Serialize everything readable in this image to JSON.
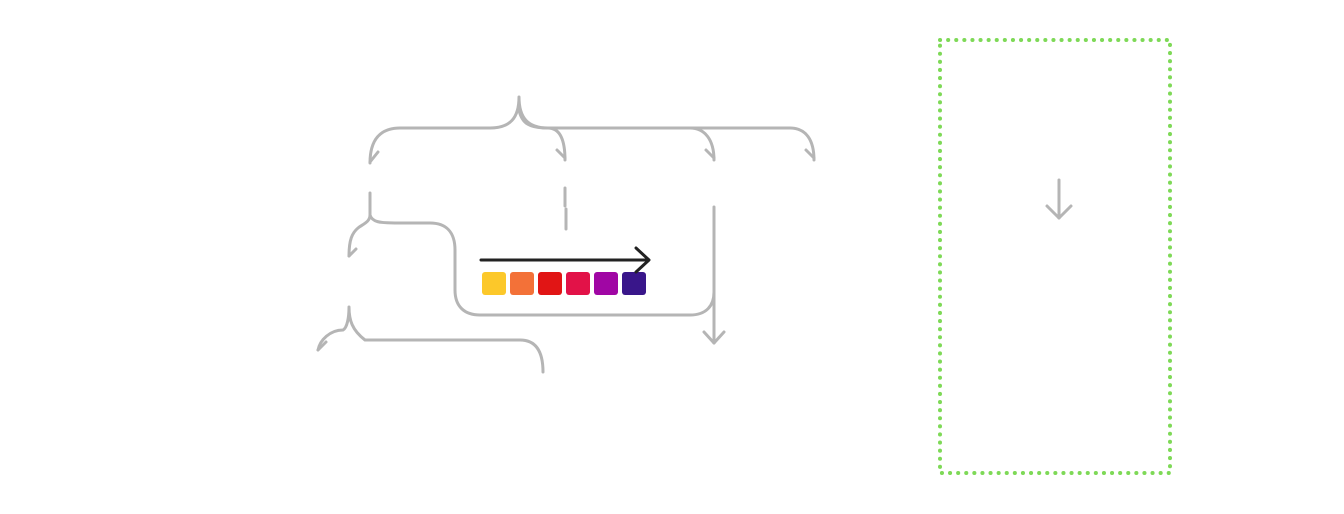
{
  "colors": {
    "connector": "#b5b5b5",
    "arrow": "#222222",
    "frame": "#7ed957",
    "faint_text": "#f2f2f2"
  },
  "legend_swatches": [
    {
      "name": "swatch-yellow",
      "color": "#fcc82a"
    },
    {
      "name": "swatch-orange",
      "color": "#f37138"
    },
    {
      "name": "swatch-red",
      "color": "#e11515"
    },
    {
      "name": "swatch-crimson",
      "color": "#e21248"
    },
    {
      "name": "swatch-purple",
      "color": "#a006a4"
    },
    {
      "name": "swatch-indigo",
      "color": "#39168a"
    }
  ],
  "labels": {
    "top_a": "",
    "top_b": "",
    "mid_a": "",
    "left_a": "",
    "right_box": ""
  }
}
